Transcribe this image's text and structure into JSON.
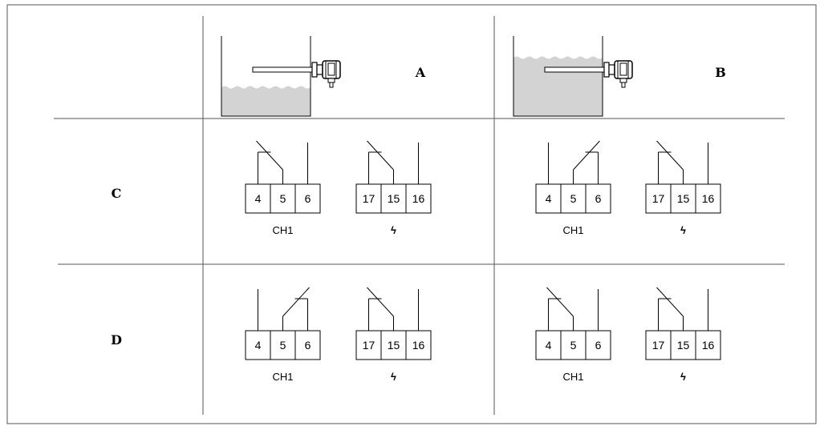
{
  "columns": [
    {
      "label": "A",
      "level": "low",
      "liquid_color": "#d3d3d3"
    },
    {
      "label": "B",
      "level": "high",
      "liquid_color": "#d3d3d3"
    }
  ],
  "rows": [
    {
      "label": "C"
    },
    {
      "label": "D"
    }
  ],
  "blocks": {
    "ch1": {
      "terminals": [
        "4",
        "5",
        "6"
      ],
      "caption": "CH1"
    },
    "fault": {
      "terminals": [
        "17",
        "15",
        "16"
      ],
      "caption": "ϟ"
    }
  },
  "cells": [
    {
      "row": "C",
      "column": "A",
      "ch1_switch": "5-4",
      "fault_switch": "15-17"
    },
    {
      "row": "C",
      "column": "B",
      "ch1_switch": "5-6",
      "fault_switch": "15-17"
    },
    {
      "row": "D",
      "column": "A",
      "ch1_switch": "5-6",
      "fault_switch": "15-17"
    },
    {
      "row": "D",
      "column": "B",
      "ch1_switch": "5-4",
      "fault_switch": "15-17"
    }
  ],
  "colors": {
    "line": "#000000",
    "grid": "#555555",
    "liquid": "#d3d3d3"
  }
}
